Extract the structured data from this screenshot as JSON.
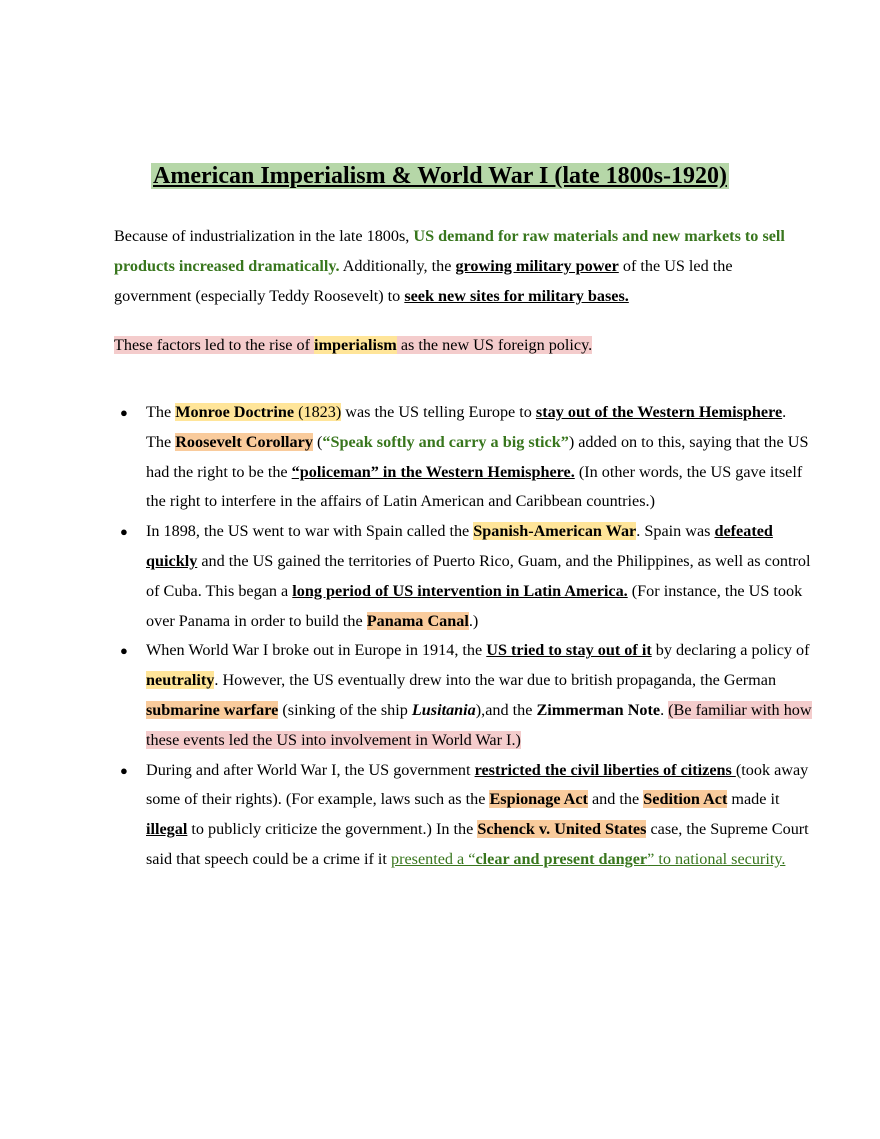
{
  "title": "American Imperialism & World War I (late 1800s-1920)",
  "intro": {
    "t1": "Because of industrialization in the late 1800s, ",
    "t2": "US demand for raw materials and new markets to sell products increased dramatically.",
    "t3": " Additionally, the ",
    "t4": "growing military power",
    "t5": " of the US led the government (especially Teddy Roosevelt) to ",
    "t6": "seek new sites for military bases."
  },
  "summary": {
    "t1": "These factors led to the rise of ",
    "t2": "imperialism",
    "t3": " as the new US foreign policy."
  },
  "bullets": {
    "monroe": {
      "t1": "The ",
      "t2": "Monroe Doctrine",
      "t3": " (1823)",
      "t4": " was the US telling Europe to ",
      "t5": "stay out of the Western Hemisphere",
      "t6": ". The ",
      "t7": "Roosevelt Corollary",
      "t8": " (",
      "t9": "“Speak softly and carry a big stick”",
      "t10": ") added on to this, saying that the US had the right to be the ",
      "t11": "“policeman” in the Western Hemisphere.",
      "t12": " (In other words, the US gave itself the right to interfere in the affairs of Latin American and Caribbean countries.)"
    },
    "spain": {
      "t1": "In 1898, the US went to war with Spain called the ",
      "t2": "Spanish-American War",
      "t3": ". Spain was ",
      "t4": "defeated quickly",
      "t5": " and the US gained the territories of Puerto Rico, Guam, and the Philippines, as well as control of Cuba. This began a ",
      "t6": "long period of US intervention in Latin America.",
      "t7": " (For instance, the US took over Panama in order to build the ",
      "t8": "Panama Canal",
      "t9": ".)"
    },
    "ww1": {
      "t1": "When World War I broke out in Europe in 1914, the ",
      "t2": "US tried to stay out of it",
      "t3": " by declaring a policy of ",
      "t4": "neutrality",
      "t5": ". However, the US eventually drew into the war due to british propaganda, the German ",
      "t6": "submarine warfare",
      "t7": " (sinking of the ship ",
      "t8": "Lusitania",
      "t9": "),and the ",
      "t10": "Zimmerman Note",
      "t11": ". ",
      "t12": "(Be familiar with how these events led the US into involvement in World War I.)"
    },
    "liberties": {
      "t1": "During and after World War I, the US government ",
      "t2": "restricted the civil liberties of citizens ",
      "t3": "(took away some of their rights). (For example, laws such as the ",
      "t4": "Espionage Act",
      "t5": " and the ",
      "t6": "Sedition Act",
      "t7": " made it ",
      "t8": "illegal",
      "t9": " to publicly criticize the government.) In the ",
      "t10": "Schenck v. United States",
      "t11": " case, the Supreme Court said that speech could be a crime if it ",
      "t12": "presented a “",
      "t13": "clear and present danger",
      "t14": "” to national security."
    }
  },
  "colors": {
    "green_text": "#38761d",
    "title_highlight": "#b6d7a8",
    "yellow_highlight": "#ffe599",
    "orange_highlight": "#f9cb9c",
    "pink_highlight": "#f4cccc"
  },
  "bullet_glyph": "●"
}
